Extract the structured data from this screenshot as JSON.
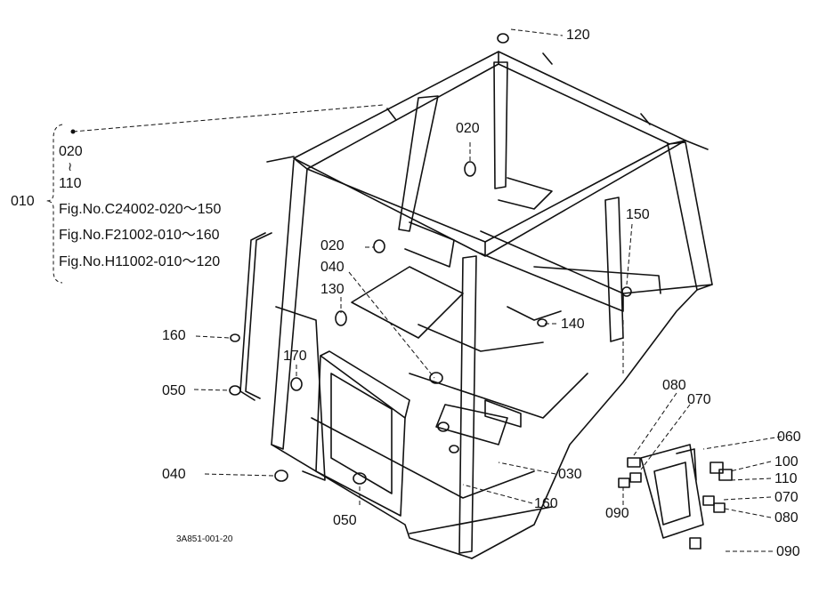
{
  "group": {
    "id": "010",
    "range_start": "020",
    "range_sep": "≀",
    "range_end": "110",
    "refs": [
      "Fig.No.C24002-020～150",
      "Fig.No.F21002-010～160",
      "Fig.No.H11002-010～120"
    ]
  },
  "callouts": {
    "c120": "120",
    "c020a": "020",
    "c150": "150",
    "c020b": "020",
    "c040a": "040",
    "c130": "130",
    "c140": "140",
    "c160a": "160",
    "c170": "170",
    "c050a": "050",
    "c080a": "080",
    "c070a": "070",
    "c060": "060",
    "c100": "100",
    "c110": "110",
    "c070b": "070",
    "c080b": "080",
    "c090a": "090",
    "c090b": "090",
    "c030": "030",
    "c160b": "160",
    "c040b": "040",
    "c050b": "050"
  },
  "drawing_code": "3A851-001-20",
  "colors": {
    "ink": "#111111",
    "paper": "#ffffff"
  }
}
